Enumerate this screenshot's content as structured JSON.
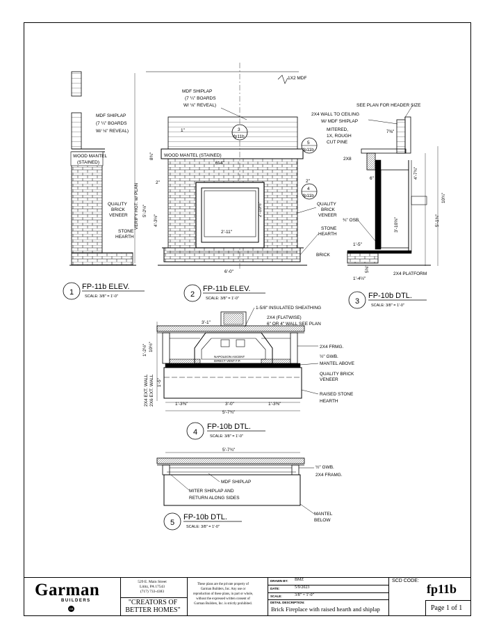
{
  "views": {
    "v1": {
      "number": "1",
      "title": "FP-11b ELEV.",
      "scale": "SCALE: 3/8\" = 1'-0\""
    },
    "v2": {
      "number": "2",
      "title": "FP-11b ELEV.",
      "scale": "SCALE: 3/8\" = 1'-0\""
    },
    "v3": {
      "number": "3",
      "title": "FP-10b DTL.",
      "scale": "SCALE: 3/8\" = 1'-0\""
    },
    "v4": {
      "number": "4",
      "title": "FP-10b DTL.",
      "scale": "SCALE: 3/8\" = 1'-0\""
    },
    "v5": {
      "number": "5",
      "title": "FP-10b DTL.",
      "scale": "SCALE: 3/8\" = 1'-0\""
    }
  },
  "labels": {
    "mdf_1x2": "1X2 MDF",
    "mdf_shiplap_1": "MDF SHIPLAP",
    "mdf_shiplap_2": "(7 ¼\" BOARDS",
    "mdf_shiplap_3": "W/ ⅛\" REVEAL)",
    "left_shiplap_1": "MDF SHIPLAP",
    "left_shiplap_2": "(7 ¼\" BOARDS",
    "left_shiplap_3": "W/ ⅛\" REVEAL)",
    "wood_mantel_1": "WOOD MANTEL",
    "wood_mantel_2": "(STAINED)",
    "wood_mantel_center": "WOOD MANTEL (STAINED)",
    "quality_brick_1": "QUALITY",
    "quality_brick_2": "BRICK",
    "quality_brick_3": "VENEER",
    "stone_hearth_1": "STONE",
    "stone_hearth_2": "HEARTH",
    "verify_hgt": "VERIFY HGT. w/ PLAN",
    "see_plan": "SEE PLAN FOR HEADER SIZE",
    "wall_ceiling_1": "2X4 WALL TO CEILING",
    "wall_ceiling_2": "W/ MDF SHIPLAP",
    "mitered_1": "MITERED,",
    "mitered_2": "1X, ROUGH",
    "mitered_3": "CUT PINE",
    "two_x8": "2X8",
    "osb": "¾\" OSB",
    "brick": "BRICK",
    "platform": "2X4 PLATFORM",
    "insulated": "1-5/8\" INSULATED SHEATHING",
    "flatwise": "2X4 (FLATWISE)",
    "wall_see_plan": "6\" OR 4\" WALL SEE PLAN",
    "framing": "2X4 FRMG.",
    "gwb": "½\" GWB.",
    "mantel_above": "MANTEL ABOVE",
    "brick_veneer_1": "QUALITY BRICK",
    "brick_veneer_2": "VENEER",
    "raised_stone_1": "RAISED STONE",
    "raised_stone_2": "HEARTH",
    "napoleon_1": "NAPOLEON ASCENT",
    "napoleon_2": "DIRECT VENT F.P.",
    "ext_wall": "2X4 EXT. WALL",
    "ext_wall_2": "2X6 EXT. WALL",
    "gwb_2": "½\" GWB.",
    "framing_2": "2X4 FRAMG.",
    "mdf_shiplap_5": "MDF SHIPLAP",
    "miter_1": "MITER SHIPLAP AND",
    "miter_2": "RETURN ALONG SIDES",
    "mantel_below_1": "MANTEL",
    "mantel_below_2": "BELOW",
    "ref_3_num": "3",
    "ref_3_sheet": "fp11b",
    "ref_5_num": "5",
    "ref_5_sheet": "fp11b",
    "ref_4_num": "4",
    "ref_4_sheet": "fp11b"
  },
  "dims": {
    "d_6_4": "6'-4\"",
    "d_8_3_4": "8¾\"",
    "d_2a": "2\"",
    "d_2b": "2\"",
    "d_5_2_5": "5'-2½\"",
    "d_4_3_5": "4'-3½\"",
    "d_2_10_5": "2'-10½\"",
    "d_2_11": "2'-11\"",
    "d_6_0": "6'-0\"",
    "d_1": "1\"",
    "d_7_3_8": "7⅜\"",
    "d_6": "6\"",
    "d_7_3_4": "4'-7¾\"",
    "d_10_3_4": "10¾\"",
    "d_3_10_5_8": "3'-10⅝\"",
    "d_5_1_3_4": "5'-1¾\"",
    "d_1_5": "1'-5\"",
    "d_5_5_8": "5⅝\"",
    "d_1_4_5": "1'-4½\"",
    "d_3_1": "3'-1\"",
    "d_1_2_5": "1'-2½\"",
    "d_10_5": "10½\"",
    "d_1_5_b": "1'-5\"",
    "d_1_3_3_8": "1'-3⅜\"",
    "d_3_0": "3'-0\"",
    "d_1_3_3_8_b": "1'-3⅜\"",
    "d_5_7_3_4": "5'-7¾\"",
    "d_5_7_3_4_b": "5'-7¾\""
  },
  "titleblock": {
    "brand": "Garman",
    "brand_sub": "BUILDERS",
    "brand_mark": "GB",
    "address_1": "529 E. Main Street",
    "address_2": "Lititz, PA 17543",
    "address_3": "(717) 733-4383",
    "slogan_1": "\"CREATORS OF",
    "slogan_2": "BETTER HOMES\"",
    "notice": "These plans are the private property of Garman Builders, Inc. Any use or reproduction of these plans, in part or whole, without the expressed written consent of Garman Builders, Inc. is strictly prohibited.",
    "drawn_label": "DRAWN BY:",
    "drawn_value": "BMZ",
    "date_label": "DATE:",
    "date_value": "5/9/2023",
    "scale_label": "SCALE:",
    "scale_value": "3/8\" = 1'-0\"",
    "detail_label": "DETAIL DESCRIPTION:",
    "description": "Brick Fireplace with raised hearth and shiplap",
    "scd_label": "SCD CODE:",
    "scd_value": "fp11b",
    "page": "Page 1 of 1"
  }
}
